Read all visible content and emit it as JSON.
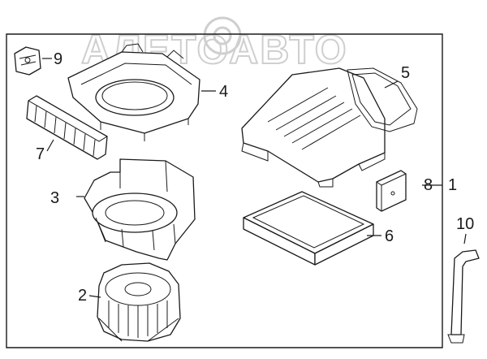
{
  "watermark": {
    "text": "АЛЕТОАВТО"
  },
  "callouts": {
    "p1": "1",
    "p2": "2",
    "p3": "3",
    "p4": "4",
    "p5": "5",
    "p6": "6",
    "p7": "7",
    "p8": "8",
    "p9": "9",
    "p10": "10"
  },
  "colors": {
    "line": "#1a1a1a",
    "watermark": "#cfcfcf",
    "background": "#ffffff"
  }
}
